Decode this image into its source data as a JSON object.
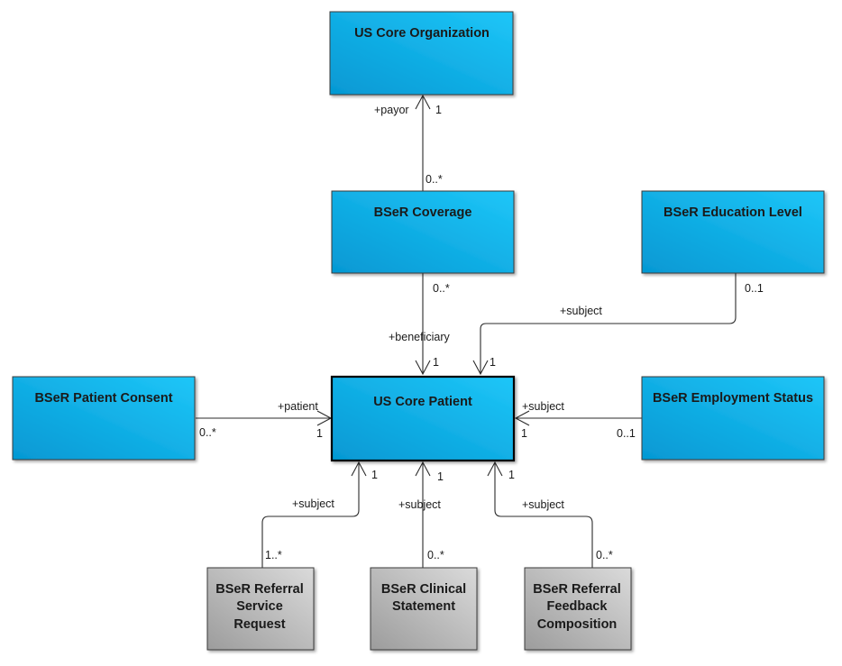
{
  "colors": {
    "blue_light": "#1ec6f8",
    "blue_dark": "#0598d3",
    "gray_light": "#d6d6d6",
    "gray_dark": "#9c9c9c",
    "border": "#3b3b3b",
    "line": "#2b2b2b"
  },
  "classes": {
    "us_core_organization": {
      "lines": [
        "US Core Organization"
      ]
    },
    "bser_coverage": {
      "lines": [
        "BSeR Coverage"
      ]
    },
    "bser_education_level": {
      "lines": [
        "BSeR Education Level"
      ]
    },
    "bser_patient_consent": {
      "lines": [
        "BSeR Patient Consent"
      ]
    },
    "us_core_patient": {
      "lines": [
        "US Core Patient"
      ]
    },
    "bser_employment_status": {
      "lines": [
        "BSeR Employment Status"
      ]
    },
    "bser_referral_service_request": {
      "lines": [
        "BSeR Referral",
        "Service",
        "Request"
      ]
    },
    "bser_clinical_statement": {
      "lines": [
        "BSeR Clinical",
        "Statement"
      ]
    },
    "bser_referral_feedback_composition": {
      "lines": [
        "BSeR Referral",
        "Feedback",
        "Composition"
      ]
    }
  },
  "associations": {
    "coverage_org": {
      "role": "+payor",
      "target_mult": "1",
      "source_mult": "0..*"
    },
    "coverage_patient": {
      "source_mult": "0..*",
      "role": "+beneficiary",
      "target_mult": "1"
    },
    "education_patient": {
      "source_mult": "0..1",
      "role": "+subject",
      "target_mult": "1"
    },
    "consent_patient": {
      "role": "+patient",
      "source_mult": "0..*",
      "target_mult": "1"
    },
    "employment_patient": {
      "role": "+subject",
      "target_mult": "1",
      "source_mult": "0..1"
    },
    "servicerequest_patient": {
      "target_mult": "1",
      "role": "+subject",
      "source_mult": "1..*"
    },
    "clinical_patient": {
      "target_mult": "1",
      "role": "+subject",
      "source_mult": "0..*"
    },
    "feedback_patient": {
      "target_mult": "1",
      "role": "+subject",
      "source_mult": "0..*"
    }
  }
}
